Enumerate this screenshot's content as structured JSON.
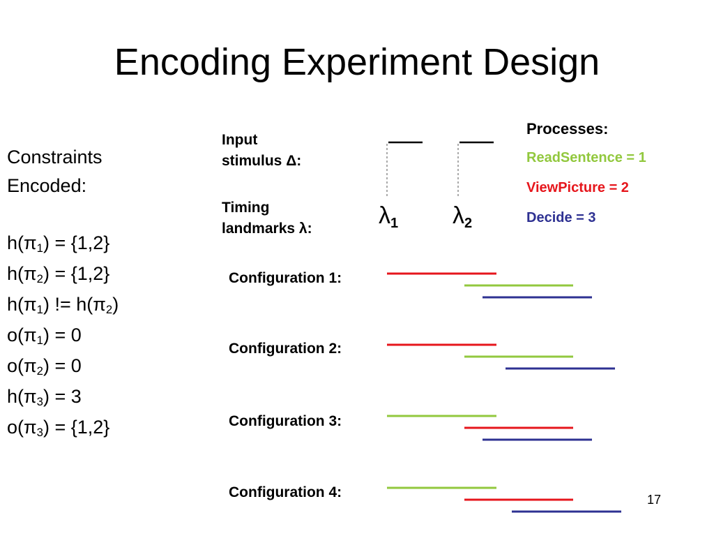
{
  "title": "Encoding Experiment Design",
  "constraints": {
    "heading_line1": "Constraints",
    "heading_line2": "Encoded:",
    "lines": [
      {
        "pre": "h(",
        "sym": "π",
        "sub": "1",
        "post": ") = {1,2}"
      },
      {
        "pre": "h(",
        "sym": "π",
        "sub": "2",
        "post": ") = {1,2}"
      },
      {
        "pre": "h(",
        "sym": "π",
        "sub": "1",
        "post": ") != h(",
        "sym2": "π",
        "sub2": "2",
        "post2": ")"
      },
      {
        "pre": "o(",
        "sym": "π",
        "sub": "1",
        "post": ") = 0"
      },
      {
        "pre": "o(",
        "sym": "π",
        "sub": "2",
        "post": ") = 0"
      },
      {
        "pre": "h(",
        "sym": "π",
        "sub": "3",
        "post": ") = 3"
      },
      {
        "pre": "o(",
        "sym": "π",
        "sub": "3",
        "post": ") = {1,2}"
      }
    ]
  },
  "input_stimulus": {
    "line1": "Input",
    "line2": "stimulus ",
    "symbol": "Δ",
    "suffix": ":"
  },
  "timing_landmarks": {
    "line1": "Timing",
    "line2": "landmarks ",
    "symbol": "λ",
    "suffix": ":"
  },
  "landmarks": [
    {
      "symbol": "λ",
      "sub": "1"
    },
    {
      "symbol": "λ",
      "sub": "2"
    }
  ],
  "processes": {
    "title": "Processes:",
    "items": [
      {
        "label": "ReadSentence = 1",
        "color": "#92c83e"
      },
      {
        "label": "ViewPicture = 2",
        "color": "#e6161c"
      },
      {
        "label": "Decide = 3",
        "color": "#2e3192"
      }
    ]
  },
  "configurations": [
    {
      "label": "Configuration 1:",
      "order": [
        "ViewPicture",
        "ReadSentence",
        "Decide"
      ]
    },
    {
      "label": "Configuration 2:",
      "order": [
        "ViewPicture",
        "ReadSentence",
        "Decide"
      ]
    },
    {
      "label": "Configuration 3:",
      "order": [
        "ReadSentence",
        "ViewPicture",
        "Decide"
      ]
    },
    {
      "label": "Configuration 4:",
      "order": [
        "ReadSentence",
        "ViewPicture",
        "Decide"
      ]
    }
  ],
  "page_number": "17"
}
